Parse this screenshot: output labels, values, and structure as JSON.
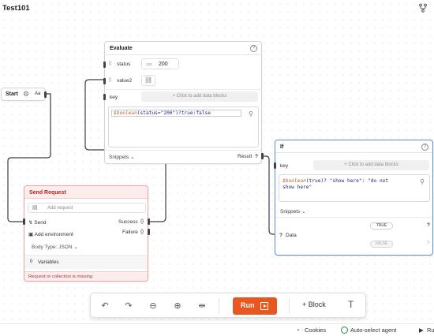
{
  "app": {
    "title": "Test101"
  },
  "start_node": {
    "label": "Start",
    "badge": "Aa"
  },
  "evaluate_node": {
    "title": "Evaluate",
    "help": "?",
    "rows": [
      {
        "label": "status",
        "type_badge": "123",
        "value": "200"
      },
      {
        "label": "value2"
      }
    ],
    "key_label": "key",
    "add_blocks": "+ Click to add data blocks",
    "code": {
      "fn": "$boolean",
      "rest": "(status=\"200\")?true:false"
    },
    "snippets": "Snippets",
    "result": "Result",
    "result_q": "?"
  },
  "if_node": {
    "title": "If",
    "help": "?",
    "key_label": "key",
    "add_blocks": "+ Click to add data blocks",
    "code_line1_fn": "$boolean",
    "code_line1_rest": "(true)? \"show here\": \"do not",
    "code_line2": "show here\"",
    "snippets": "Snippets",
    "data_q": "?",
    "data_label": "Data",
    "true_label": "TRUE",
    "false_label": "FALSE",
    "true_q": "?",
    "false_q": "?"
  },
  "send_node": {
    "title": "Send Request",
    "add_request": "Add request",
    "send_label": "Send",
    "success": "Success",
    "failure": "Failure",
    "add_environment": "Add environment",
    "body_type": "Body Type: JSON",
    "variables_count": "0",
    "variables_label": "Variables",
    "error": "Request or collection is missing"
  },
  "toolbar": {
    "run": "Run",
    "add_block": "+ Block"
  },
  "statusbar": {
    "cookies": "Cookies",
    "auto_select": "Auto-select agent",
    "runner_partial": "Ru"
  },
  "colors": {
    "run": "#e8571f",
    "if_border": "#5b8ee0",
    "error_bg": "#fdecec"
  }
}
